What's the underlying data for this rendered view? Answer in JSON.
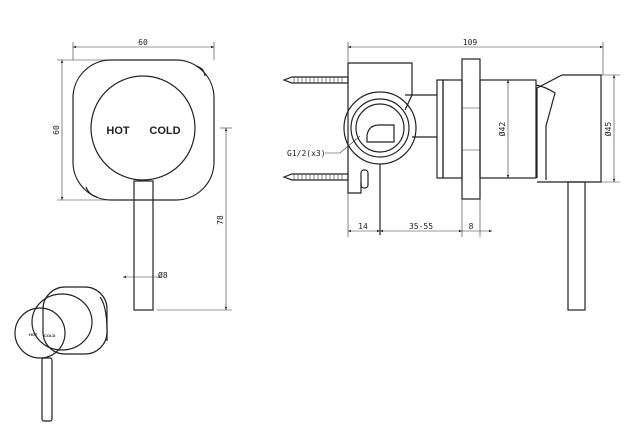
{
  "front_view": {
    "hot_label": "HOT",
    "cold_label": "COLD",
    "dim_width": "60",
    "dim_height": "60",
    "dim_lever_length": "78",
    "dim_lever_diameter": "Ø8"
  },
  "iso_view": {
    "hot_label": "HOT",
    "cold_label": "COLD"
  },
  "side_view": {
    "dim_total": "109",
    "dim_body_diameter": "Ø42",
    "dim_handle_diameter": "Ø45",
    "dim_bracket": "14",
    "dim_wall_range": "35-55",
    "dim_flange": "8",
    "thread_label": "G1/2(x3)"
  }
}
